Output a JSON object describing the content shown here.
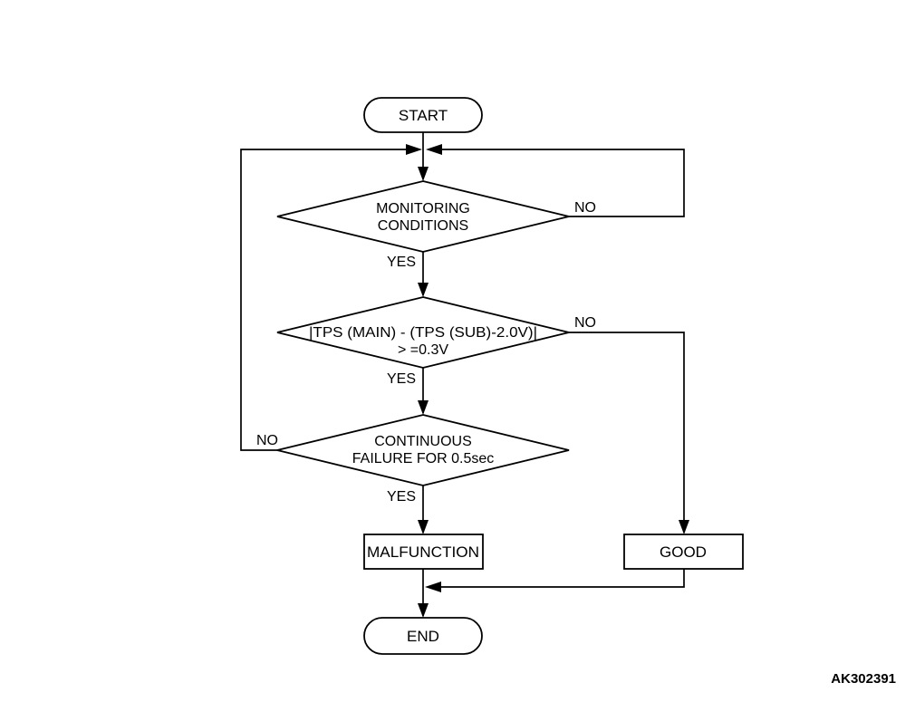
{
  "diagram": {
    "background": "#ffffff",
    "line_color": "#000000",
    "figure_id": "AK302391",
    "nodes": {
      "start": {
        "label": "START"
      },
      "monitoring": {
        "line1": "MONITORING",
        "line2": "CONDITIONS"
      },
      "tps_check": {
        "line1": "|TPS (MAIN) - (TPS (SUB)-2.0V)|",
        "line2": "> =0.3V"
      },
      "continuous": {
        "line1": "CONTINUOUS",
        "line2": "FAILURE FOR 0.5sec"
      },
      "malfunction": {
        "label": "MALFUNCTION"
      },
      "good": {
        "label": "GOOD"
      },
      "end": {
        "label": "END"
      }
    },
    "labels": {
      "monitoring_no": "NO",
      "monitoring_yes": "YES",
      "tps_no": "NO",
      "tps_yes": "YES",
      "continuous_no": "NO",
      "continuous_yes": "YES"
    }
  }
}
